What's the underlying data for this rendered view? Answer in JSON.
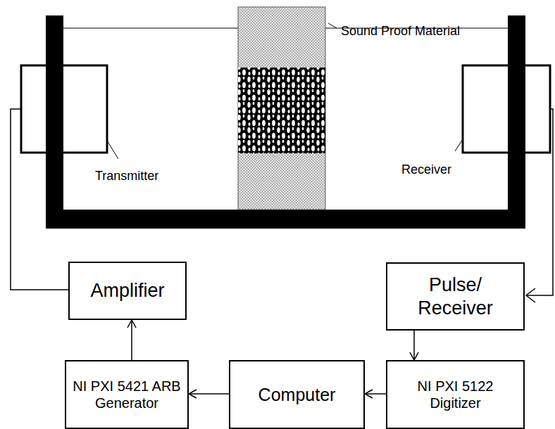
{
  "diagram": {
    "nodes": [
      {
        "text": [
          "Amplifier"
        ]
      },
      {
        "text": [
          "Pulse/ Receiver"
        ]
      },
      {
        "text": [
          "NI PXI 5421 ARB Generator"
        ]
      },
      {
        "text": [
          "Computer"
        ]
      },
      {
        "text": [
          "NI PXI 5122 Digitizer"
        ]
      }
    ],
    "edges": [
      {
        "from": 2,
        "to": 0,
        "arrow": "to"
      },
      {
        "from": 3,
        "to": 2,
        "arrow": "to"
      },
      {
        "from": 4,
        "to": 3,
        "arrow": "to"
      },
      {
        "from": 1,
        "to": 4,
        "arrow": "to"
      }
    ],
    "labels": [
      "Sound Proof Material",
      "Transmitter",
      "Receiver"
    ]
  }
}
